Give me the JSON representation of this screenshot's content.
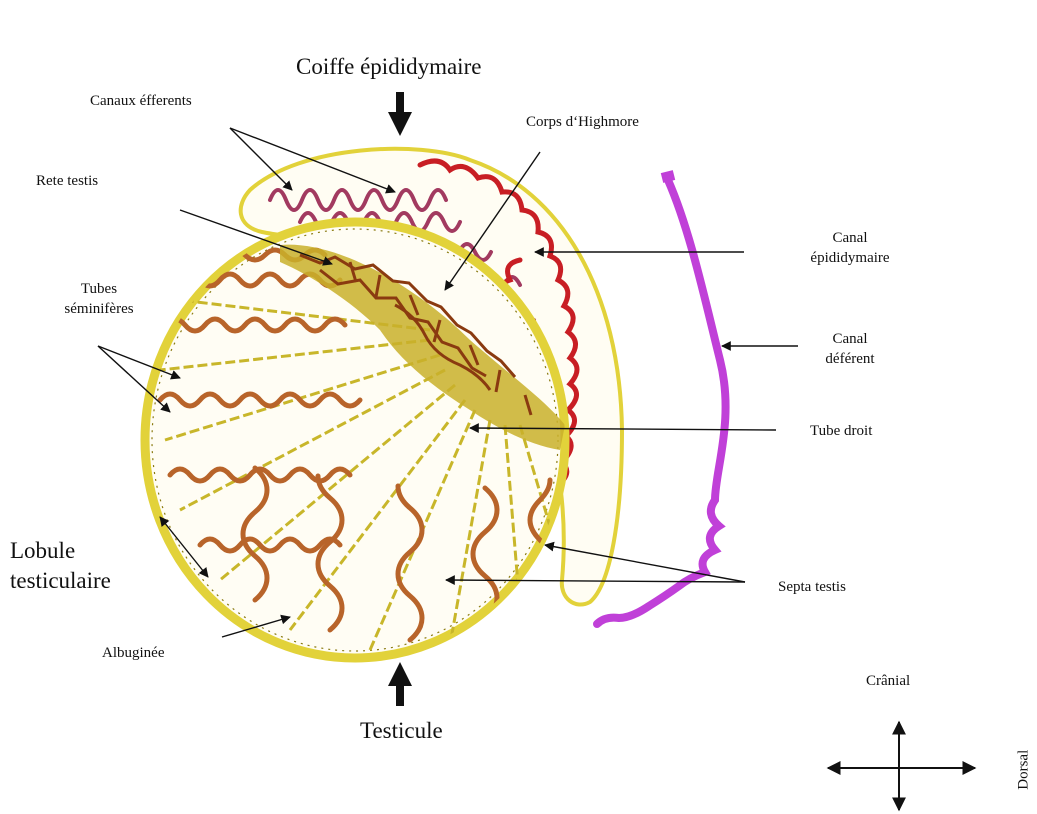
{
  "labels": {
    "coiffe": "Coiffe épididymaire",
    "canaux_efferents": "Canaux éfferents",
    "corps_highmore": "Corps d‘Highmore",
    "rete_testis": "Rete testis",
    "tubes_line1": "Tubes",
    "tubes_line2": "séminifères",
    "canal_epid_line1": "Canal",
    "canal_epid_line2": "épididymaire",
    "canal_def_line1": "Canal",
    "canal_def_line2": "déférent",
    "tube_droit": "Tube droit",
    "lobule_line1": "Lobule",
    "lobule_line2": "testiculaire",
    "septa": "Septa testis",
    "albuginee": "Albuginée",
    "testicule": "Testicule",
    "cranial": "Crânial",
    "dorsal": "Dorsal"
  },
  "colors": {
    "tunica_outline": "#e2d23a",
    "tunica_fill": "#f3e98a",
    "seminiferous_tube": "#b8642a",
    "epididymis_tube": "#c81e24",
    "efferent_tube": "#a23a60",
    "rete": "#8a3a10",
    "mediastinum": "#c9b02a",
    "vas_deferens": "#c040d8",
    "arrow": "#111111"
  }
}
